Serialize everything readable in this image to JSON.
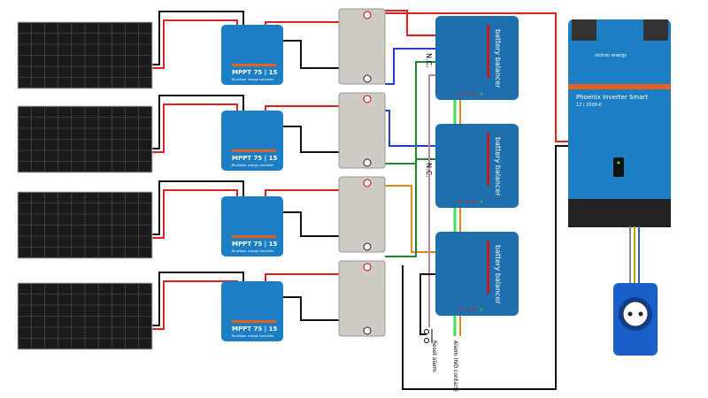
{
  "panels": {
    "count": 4
  },
  "mppt": {
    "model": "MPPT 75 | 15",
    "subtitle": "BlueSolar charge controller",
    "count": 4
  },
  "batteries": {
    "count": 4
  },
  "balancers": {
    "label": "battery balancer",
    "count": 3,
    "nc_label": "N.C."
  },
  "inverter": {
    "brand": "victron energy",
    "title": "Phoenix Inverter Smart",
    "model": "12 | 2000-II"
  },
  "alarm": {
    "reset_label": "Reset alarm",
    "alarm_label": "Alarm (NO contact)"
  },
  "colors": {
    "victron_blue": "#1c7fc4",
    "positive": "#e02020",
    "negative": "#111111",
    "balancer_mid": "#1f3fd0",
    "green": "#1d8a2a",
    "lime": "#3ee05a",
    "orange": "#e8861a",
    "pink": "#b08aa0",
    "inverter_orange": "#e8601c"
  }
}
